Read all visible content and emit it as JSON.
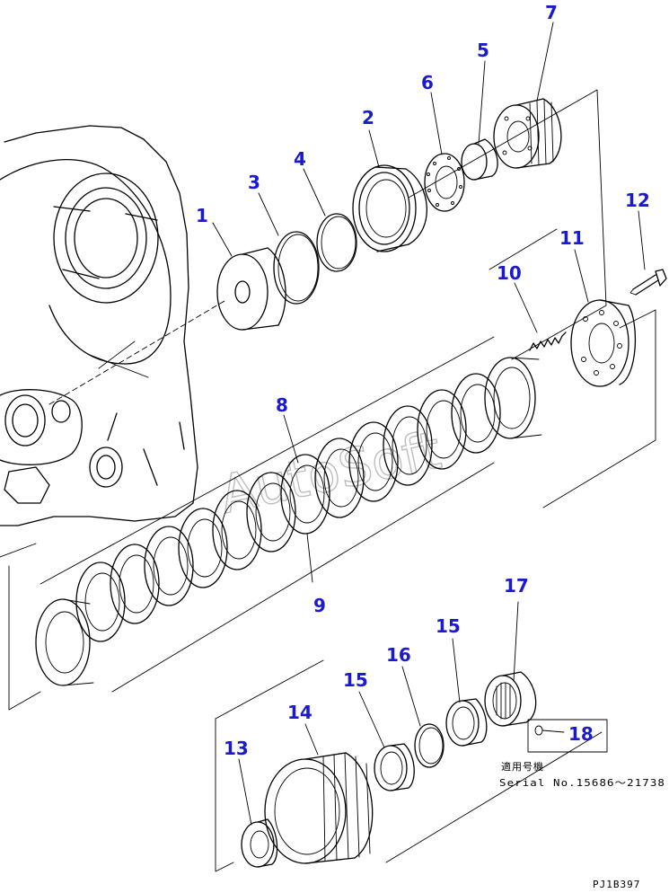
{
  "callouts": [
    "1",
    "2",
    "3",
    "4",
    "5",
    "6",
    "7",
    "8",
    "9",
    "10",
    "11",
    "12",
    "13",
    "14",
    "15",
    "15",
    "16",
    "17",
    "18"
  ],
  "note": {
    "title": "適用号機",
    "serial": "Serial No.15686～21738"
  },
  "drawing_code": "PJ1B397",
  "watermark": "AutoSoft",
  "colors": {
    "callout": "#1a1ad0",
    "line": "#000000",
    "watermark": "#bdbdbd"
  }
}
